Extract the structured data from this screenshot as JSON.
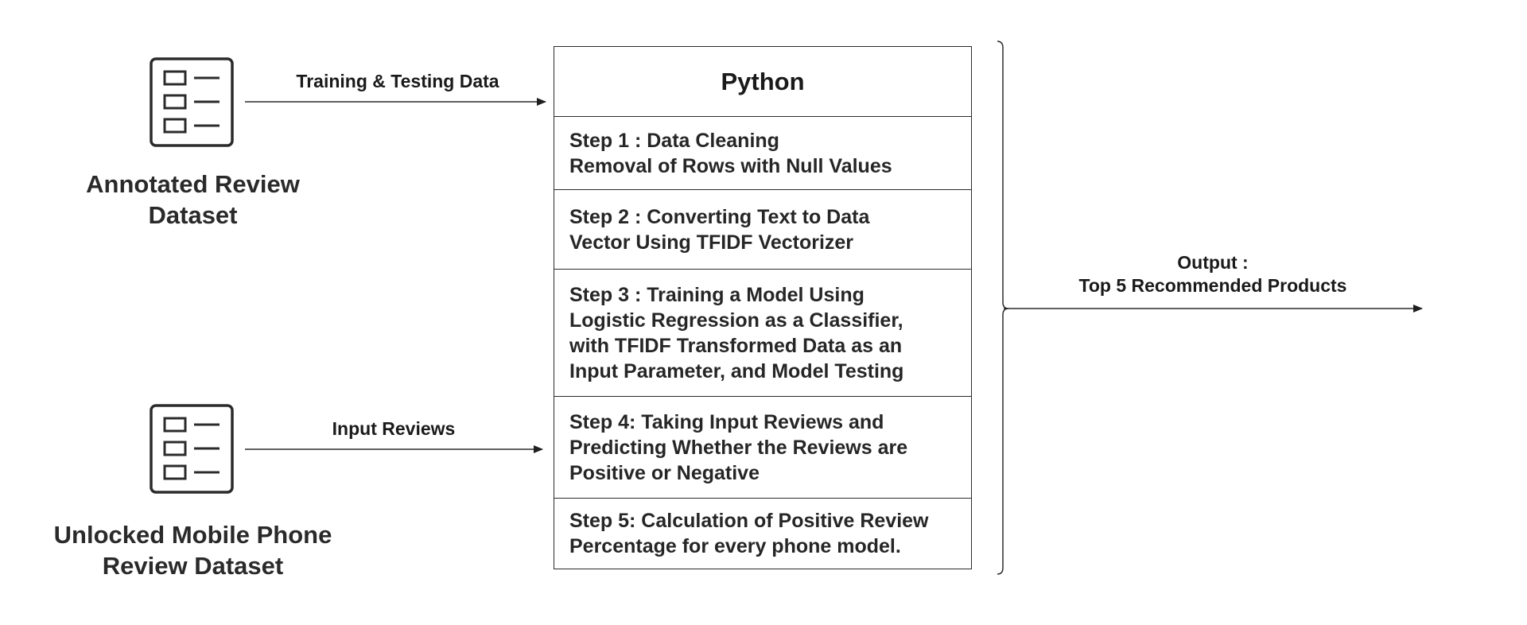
{
  "datasets": [
    {
      "label_lines": [
        "Annotated Review",
        "Dataset"
      ],
      "icon": "document-list-icon"
    },
    {
      "label_lines": [
        "Unlocked Mobile Phone",
        "Review Dataset"
      ],
      "icon": "document-list-icon"
    }
  ],
  "edges": {
    "training": "Training & Testing Data",
    "input": "Input Reviews"
  },
  "python_box": {
    "title": "Python",
    "steps": [
      {
        "lines": [
          "Step 1 : Data Cleaning",
          "Removal of Rows with Null Values"
        ]
      },
      {
        "lines": [
          "Step 2 : Converting Text to Data",
          "Vector Using TFIDF Vectorizer"
        ]
      },
      {
        "lines": [
          "Step 3 : Training a Model Using",
          "Logistic Regression as a Classifier,",
          "with TFIDF Transformed Data as an",
          "Input Parameter, and Model Testing"
        ]
      },
      {
        "lines": [
          "Step 4: Taking Input Reviews and",
          "Predicting Whether the Reviews are",
          "Positive or Negative"
        ]
      },
      {
        "lines": [
          "Step 5: Calculation of Positive Review",
          "Percentage for every phone model."
        ]
      }
    ]
  },
  "output": {
    "lines": [
      "Output :",
      "Top 5 Recommended Products"
    ]
  },
  "colors": {
    "stroke": "#2b2b2b",
    "text": "#1a1a1a"
  }
}
